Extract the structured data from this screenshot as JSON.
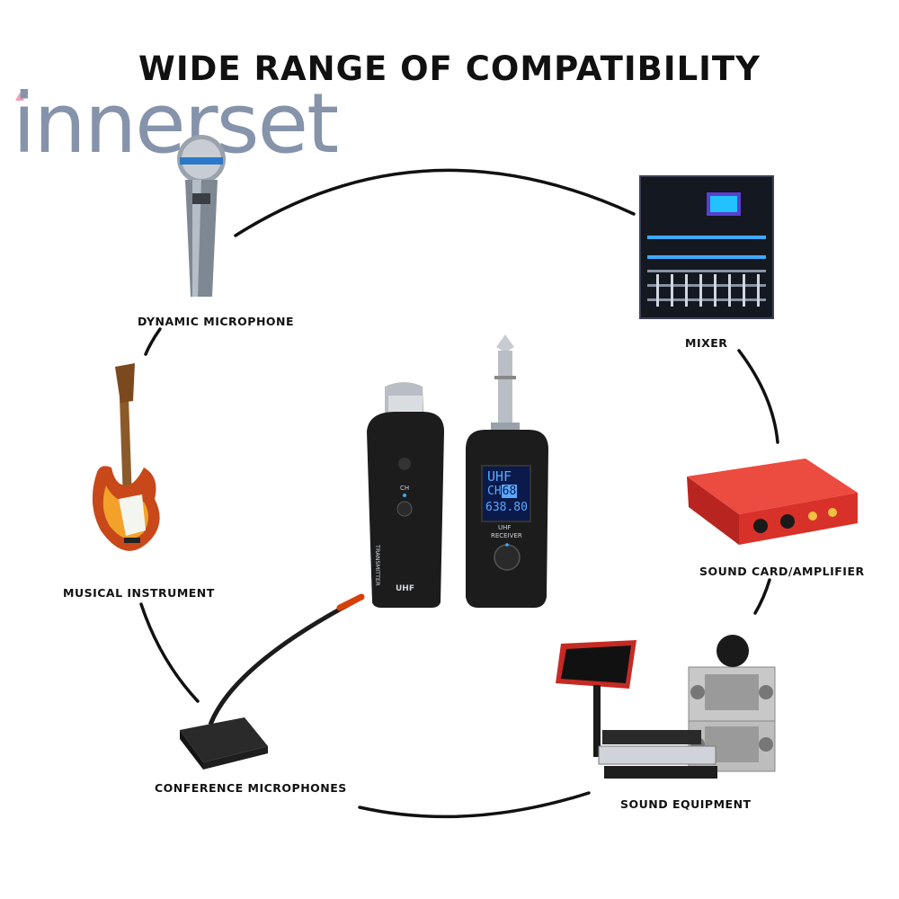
{
  "header": {
    "title": "WIDE RANGE OF COMPATIBILITY",
    "brand": "innerset"
  },
  "devices": {
    "dynamic_microphone": "DYNAMIC MICROPHONE",
    "mixer": "MIXER",
    "sound_card": "SOUND CARD/AMPLIFIER",
    "musical_instrument": "MUSICAL INSTRUMENT",
    "conference_microphones": "CONFERENCE MICROPHONES",
    "sound_equipment": "SOUND EQUIPMENT"
  },
  "transmitter": {
    "ch_label": "CH",
    "side_text": "TRANSMITTER",
    "band": "UHF"
  },
  "receiver": {
    "screen_band": "UHF",
    "screen_ch": "CH",
    "screen_ch_value": "68",
    "screen_freq": "638.80",
    "label_band": "UHF",
    "label_name": "RECEIVER"
  },
  "colors": {
    "title": "#111111",
    "brand": "#8593ab",
    "device_body": "#1c1c1c",
    "screen": "#0a1a4a",
    "screen_text": "#5aa8ff",
    "soundcard_red": "#d8312a"
  }
}
